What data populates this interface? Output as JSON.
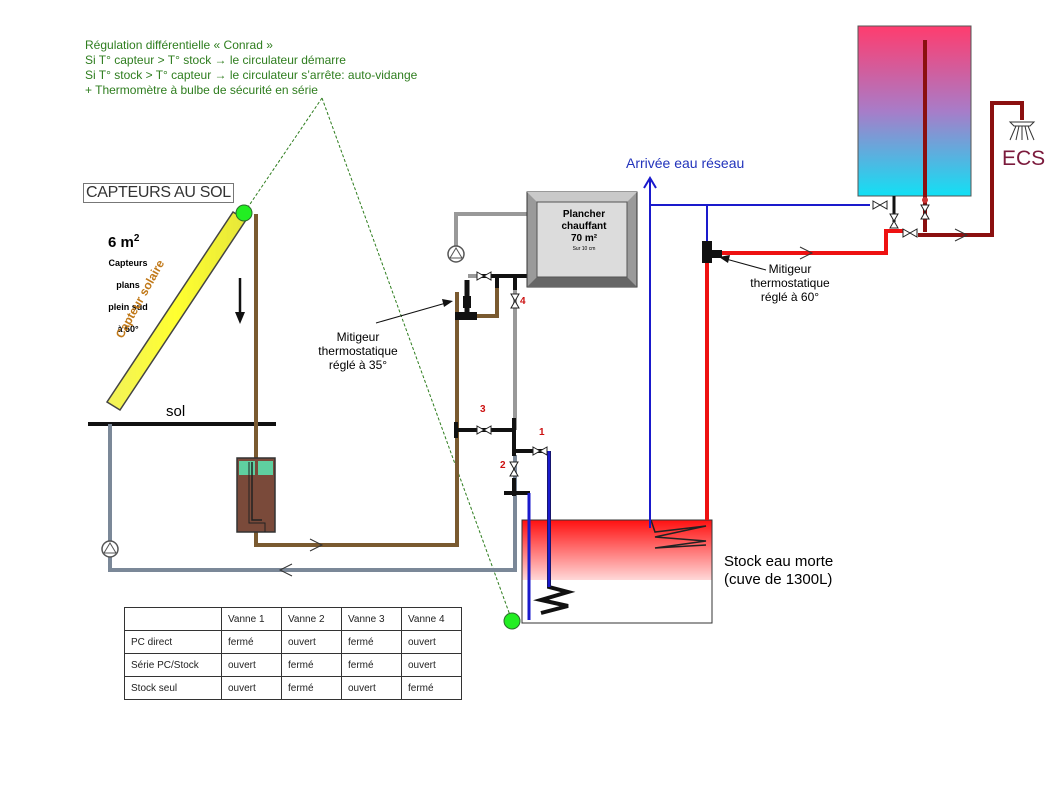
{
  "regulation": {
    "lines": [
      "Régulation différentielle « Conrad »",
      "Si T° capteur > T° stock → le circulateur démarre",
      "Si T° stock > T° capteur → le circulateur s’arrête: auto-vidange",
      "+ Thermomètre à bulbe de sécurité en série"
    ]
  },
  "capteurs": {
    "title": "CAPTEURS AU SOL",
    "area": "6 m",
    "area_exp": "2",
    "desc": [
      "Capteurs",
      "plans",
      "plein sud",
      "à 60°"
    ],
    "panel_label": "Capteur solaire"
  },
  "sol_label": "sol",
  "mitigeur_35": [
    "Mitigeur",
    "thermostatique",
    "réglé à 35°"
  ],
  "mitigeur_60": [
    "Mitigeur",
    "thermostatique",
    "réglé à 60°"
  ],
  "arrivee_label": "Arrivée eau réseau",
  "ecs_label": "ECS",
  "stock_label": [
    "Stock eau morte",
    "(cuve de 1300L)"
  ],
  "plancher": {
    "line1": "Plancher",
    "line2": "chauffant",
    "line3": "70 m²",
    "sub": "Sur 10 cm"
  },
  "valves": {
    "v1": "1",
    "v2": "2",
    "v3": "3",
    "v4": "4"
  },
  "table": {
    "headers": [
      "",
      "Vanne 1",
      "Vanne 2",
      "Vanne 3",
      "Vanne 4"
    ],
    "rows": [
      [
        "PC direct",
        "fermé",
        "ouvert",
        "fermé",
        "ouvert"
      ],
      [
        "Série PC/Stock",
        "ouvert",
        "fermé",
        "fermé",
        "ouvert"
      ],
      [
        "Stock seul",
        "ouvert",
        "fermé",
        "ouvert",
        "fermé"
      ]
    ]
  },
  "colors": {
    "hot": "#ee1111",
    "cold": "#1a1acc",
    "loop": "#7a5a30",
    "return": "#667788",
    "grey": "#999999",
    "ecs": "#8b1010",
    "sensor": "#22ee22",
    "regulation": "#2e7d1e"
  }
}
